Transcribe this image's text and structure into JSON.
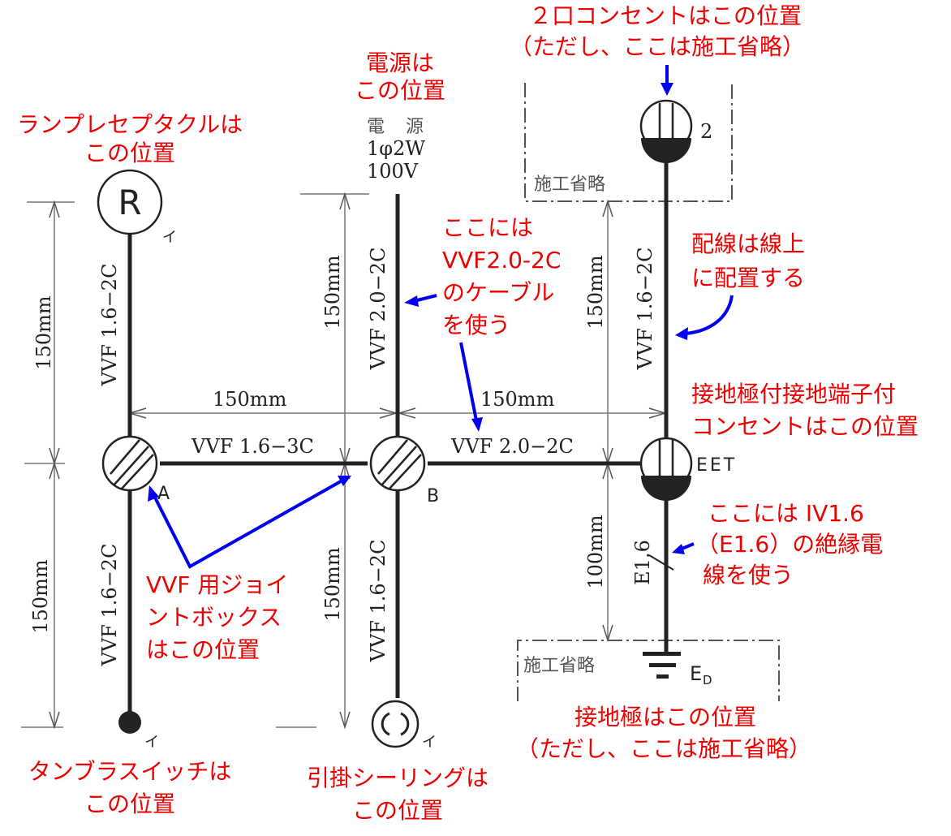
{
  "diagram": {
    "type": "electrical-wiring-diagram",
    "annotations": {
      "lamp_receptacle": [
        "ランプレセプタクルは",
        "この位置"
      ],
      "power_source": [
        "電源は",
        "この位置"
      ],
      "outlet_2": [
        "２口コンセントはこの位置",
        "（ただし、ここは施工省略）"
      ],
      "vvf20_cable": [
        "ここには",
        "VVF2.0-2C",
        "のケーブル",
        "を使う"
      ],
      "wiring_on_line": [
        "配線は線上",
        "に配置する"
      ],
      "eet_outlet": [
        "接地極付接地端子付",
        "コンセントはこの位置"
      ],
      "iv_wire": [
        "ここには IV1.6",
        "（E1.6）の絶縁電",
        "線を使う"
      ],
      "joint_box": [
        "VVF 用ジョイ",
        "ントボックス",
        "はこの位置"
      ],
      "tumbler_switch": [
        "タンブラスイッチは",
        "この位置"
      ],
      "ceiling_rose": [
        "引掛シーリングは",
        "この位置"
      ],
      "ground_electrode": [
        "接地極はこの位置",
        "（ただし、ここは施工省略）"
      ]
    },
    "labels": {
      "power_title": "電　源",
      "power_phase": "1φ2W",
      "power_voltage": "100V",
      "omitted_top": "施工省略",
      "omitted_bottom": "施工省略",
      "lamp_symbol": "R",
      "lamp_mark": "イ",
      "switch_mark": "イ",
      "ceiling_mark": "イ",
      "outlet_count": "2",
      "eet": "EET",
      "ground_e": "E",
      "ground_sub": "D",
      "box_a": "A",
      "box_b": "B"
    },
    "cables": {
      "lamp_to_a": "VVF 1.6−2C",
      "a_to_switch": "VVF 1.6−2C",
      "power_to_b": "VVF 2.0−2C",
      "b_to_ceiling": "VVF 1.6−2C",
      "a_to_b": "VVF 1.6−3C",
      "b_to_eet": "VVF 2.0−2C",
      "outlet_to_eet": "VVF 1.6−2C",
      "eet_to_ground": "E1.6"
    },
    "dimensions": {
      "left_upper": "150mm",
      "left_lower": "150mm",
      "a_to_b": "150mm",
      "b_to_eet": "150mm",
      "power_height": "150mm",
      "b_lower": "150mm",
      "eet_upper": "150mm",
      "eet_lower": "100mm"
    },
    "colors": {
      "annotation_text": "#ee0000",
      "annotation_arrow": "#0000ee",
      "wire": "#222222",
      "dimension": "#777777"
    }
  }
}
